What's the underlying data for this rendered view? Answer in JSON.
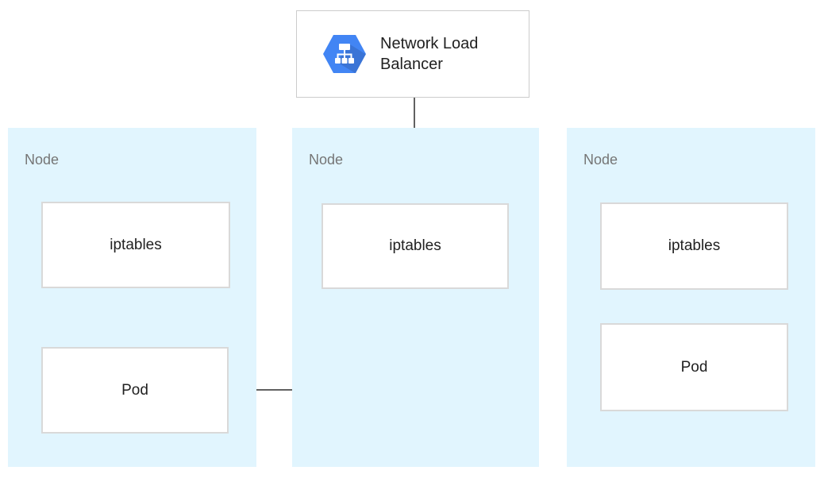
{
  "load_balancer": {
    "label": "Network Load Balancer",
    "icon": "network-load-balancer-hexagon-icon"
  },
  "nodes": [
    {
      "label": "Node",
      "boxes": [
        {
          "label": "iptables"
        },
        {
          "label": "Pod"
        }
      ]
    },
    {
      "label": "Node",
      "boxes": [
        {
          "label": "iptables"
        }
      ]
    },
    {
      "label": "Node",
      "boxes": [
        {
          "label": "iptables"
        },
        {
          "label": "Pod"
        }
      ]
    }
  ],
  "connections": [
    {
      "from": "network-load-balancer",
      "to": "node-2-iptables",
      "style": "straight-arrow-down"
    },
    {
      "from": "node-2-iptables",
      "to": "node-1-pod",
      "style": "elbow-arrow-left"
    }
  ],
  "colors": {
    "node_panel_background": "#E1F5FE",
    "icon_blue": "#4285F4",
    "arrow_gray": "#616161",
    "box_border": "#D9D9D9",
    "card_border": "#CCCCCC",
    "node_label_gray": "#757575",
    "text_dark": "#212121"
  }
}
